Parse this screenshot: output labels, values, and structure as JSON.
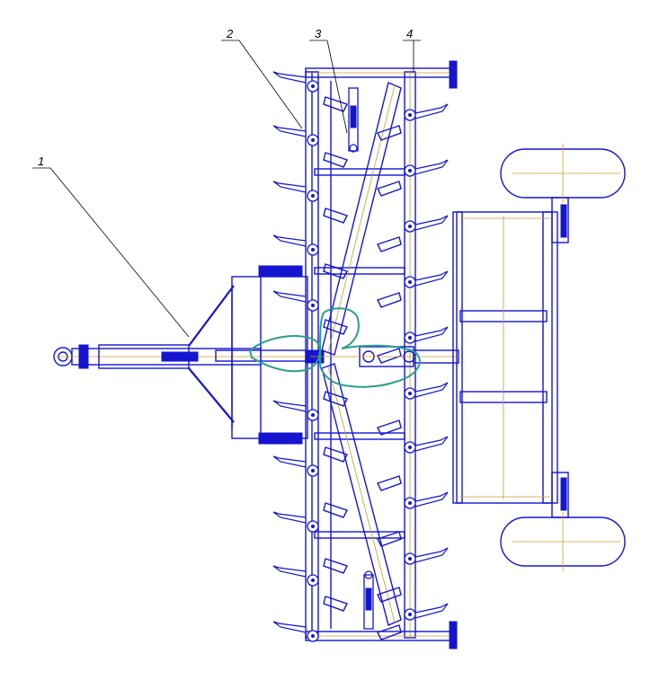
{
  "drawing": {
    "callouts": [
      {
        "label": "1"
      },
      {
        "label": "2"
      },
      {
        "label": "3"
      },
      {
        "label": "4"
      }
    ]
  },
  "colors": {
    "frame": "#1515d0",
    "axis": "#d09a2a",
    "highlight": "#2a9e8c",
    "leader": "#000000",
    "background": "#ffffff"
  }
}
